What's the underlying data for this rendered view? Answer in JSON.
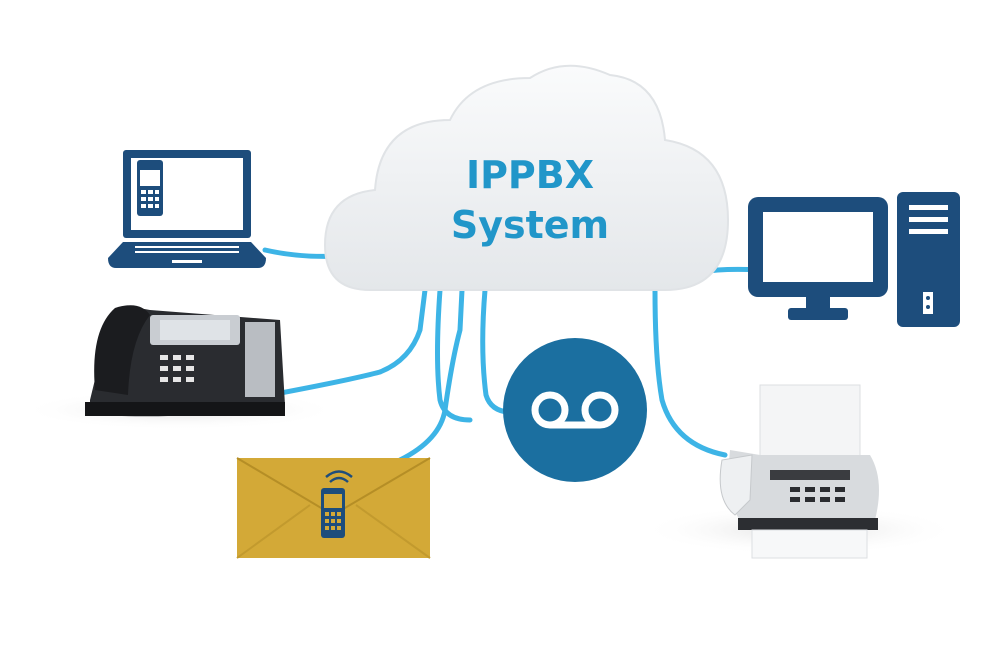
{
  "cloud": {
    "line1": "IPPBX",
    "line2": "System"
  },
  "colors": {
    "accent": "#2196c9",
    "wire": "#3db4e6",
    "navy": "#1d4d7c",
    "voicemail": "#1b6fa0",
    "envelope": "#d3a937",
    "cloud": "#eef0f2"
  },
  "nodes": [
    "laptop-softphone-icon",
    "desk-phone",
    "mobile-email-icon",
    "voicemail-icon",
    "desktop-computer-icon",
    "fax-machine"
  ]
}
